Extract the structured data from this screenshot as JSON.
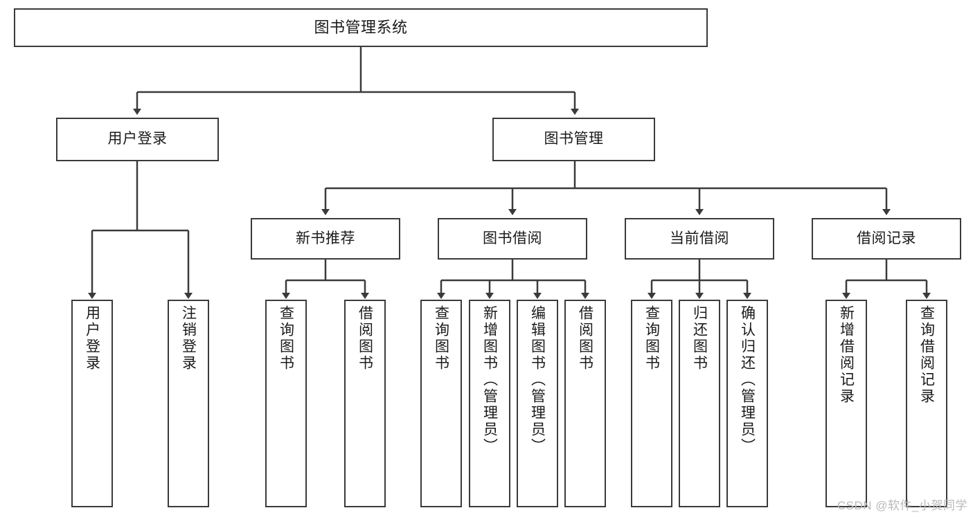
{
  "diagram": {
    "type": "tree-hierarchy",
    "title": "图书管理系统",
    "watermark": "CSDN @软件_小贺同学",
    "colors": {
      "stroke": "#3a3a3a",
      "fill": "#ffffff",
      "text": "#1a1a1a",
      "watermark": "#b9b9b9"
    },
    "nodes": {
      "root": {
        "label": "图书管理系统"
      },
      "level2": [
        {
          "id": "user-login",
          "label": "用户登录"
        },
        {
          "id": "book-manage",
          "label": "图书管理"
        }
      ],
      "level3": [
        {
          "id": "new-book-recommend",
          "label": "新书推荐"
        },
        {
          "id": "book-borrow",
          "label": "图书借阅"
        },
        {
          "id": "current-borrow",
          "label": "当前借阅"
        },
        {
          "id": "borrow-record",
          "label": "借阅记录"
        }
      ],
      "leaves": {
        "user_login": [
          {
            "id": "leaf-user-login",
            "label": "用户登录"
          },
          {
            "id": "leaf-logout",
            "label": "注销登录"
          }
        ],
        "new_book_recommend": [
          {
            "id": "leaf-query-book-1",
            "label": "查询图书"
          },
          {
            "id": "leaf-borrow-book-1",
            "label": "借阅图书"
          }
        ],
        "book_borrow": [
          {
            "id": "leaf-query-book-2",
            "label": "查询图书"
          },
          {
            "id": "leaf-add-book",
            "label": "新增图书（管理员）"
          },
          {
            "id": "leaf-edit-book",
            "label": "编辑图书（管理员）"
          },
          {
            "id": "leaf-borrow-book-2",
            "label": "借阅图书"
          }
        ],
        "current_borrow": [
          {
            "id": "leaf-query-book-3",
            "label": "查询图书"
          },
          {
            "id": "leaf-return-book",
            "label": "归还图书"
          },
          {
            "id": "leaf-confirm-return",
            "label": "确认归还（管理员）"
          }
        ],
        "borrow_record": [
          {
            "id": "leaf-add-record",
            "label": "新增借阅记录"
          },
          {
            "id": "leaf-query-record",
            "label": "查询借阅记录"
          }
        ]
      }
    }
  }
}
